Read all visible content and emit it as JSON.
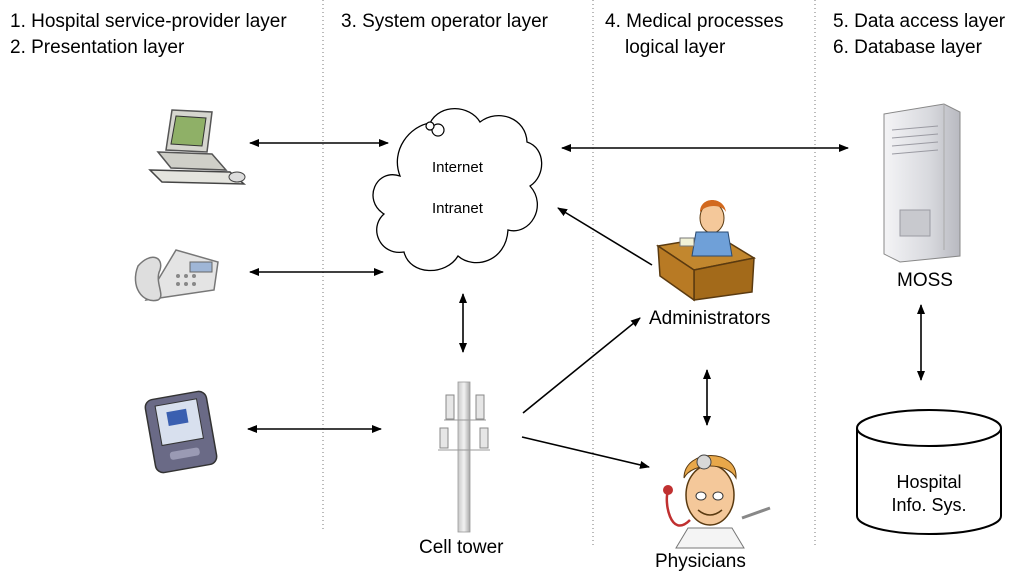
{
  "headers": {
    "col1_line1": "1. Hospital service-provider layer",
    "col1_line2": "2. Presentation layer",
    "col2_line1": "3. System operator layer",
    "col3_line1": "4. Medical processes",
    "col3_line2": "logical layer",
    "col4_line1": "5. Data access layer",
    "col4_line2": "6. Database layer"
  },
  "labels": {
    "internet": "Internet",
    "intranet": "Intranet",
    "cell_tower": "Cell tower",
    "administrators": "Administrators",
    "physicians": "Physicians",
    "moss": "MOSS",
    "db_line1": "Hospital",
    "db_line2": "Info. Sys."
  },
  "icons": [
    "desktop-computer-icon",
    "desk-phone-icon",
    "pda-icon",
    "cloud-icon",
    "cell-tower-icon",
    "administrator-icon",
    "physician-icon",
    "server-tower-icon",
    "database-cylinder-icon"
  ]
}
